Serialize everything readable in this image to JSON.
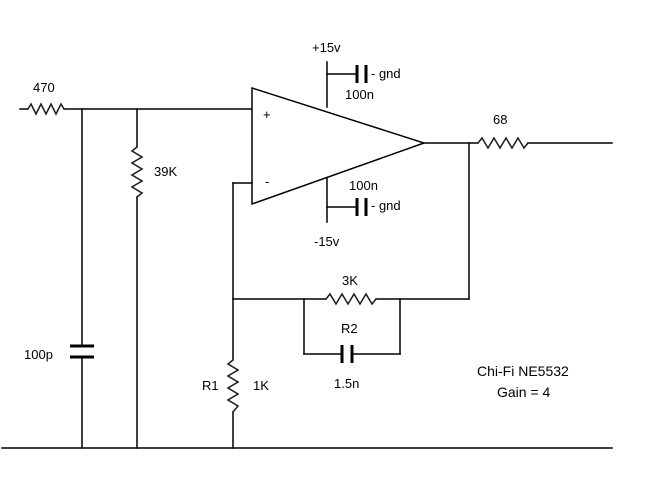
{
  "schematic": {
    "opamp": {
      "plus_sign": "+",
      "minus_sign": "-"
    },
    "supply": {
      "positive_voltage": "+15v",
      "negative_voltage": "-15v",
      "positive_bypass_value": "100n",
      "negative_bypass_value": "100n",
      "positive_gnd_label": "- gnd",
      "negative_gnd_label": "- gnd"
    },
    "components": {
      "input_resistor": "470",
      "shunt_resistor": "39K",
      "input_capacitor": "100p",
      "feedback_resistor": "3K",
      "r2_label": "R2",
      "feedback_capacitor": "1.5n",
      "r1_designator": "R1",
      "r1_value": "1K",
      "output_resistor": "68"
    },
    "notes": {
      "line1": "Chi-Fi NE5532",
      "line2": "Gain = 4"
    }
  }
}
